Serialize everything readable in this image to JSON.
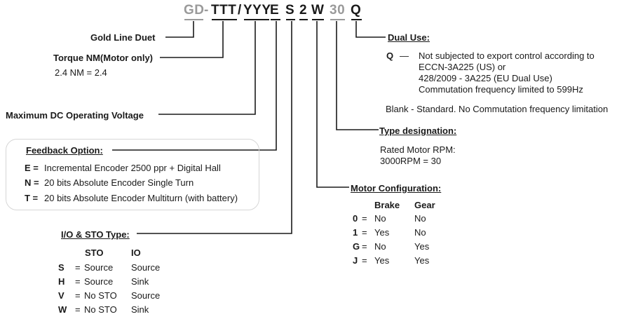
{
  "code": {
    "gd": "GD",
    "dash": "-",
    "ttt": "TTT",
    "slash": "/",
    "yyy": "YYY",
    "e": "E",
    "s": "S",
    "two": "2",
    "w": "W",
    "thirty": "30",
    "q": "Q"
  },
  "gold_line": {
    "label": "Gold Line Duet"
  },
  "torque": {
    "label": "Torque NM(Motor only)",
    "example": "2.4 NM  =  2.4"
  },
  "voltage": {
    "label": "Maximum  DC Operating Voltage"
  },
  "feedback": {
    "title": "Feedback Option:",
    "items": [
      {
        "key": "E =",
        "text": "Incremental Encoder 2500 ppr + Digital Hall"
      },
      {
        "key": "N =",
        "text": "20 bits Absolute Encoder Single Turn"
      },
      {
        "key": "T =",
        "text": "20 bits Absolute Encoder Multiturn (with battery)"
      }
    ]
  },
  "io_sto": {
    "title": "I/O & STO Type:",
    "headers": [
      "STO",
      "IO"
    ],
    "rows": [
      {
        "key": "S",
        "eq": "=",
        "sto": "Source",
        "io": "Source"
      },
      {
        "key": "H",
        "eq": "=",
        "sto": "Source",
        "io": "Sink"
      },
      {
        "key": "V",
        "eq": "=",
        "sto": "No STO",
        "io": "Source"
      },
      {
        "key": "W",
        "eq": "=",
        "sto": "No STO",
        "io": "Sink"
      }
    ]
  },
  "dual_use": {
    "title": "Dual Use:",
    "q_key": "Q",
    "q_dash": "—",
    "q_lines": [
      "Not subjected to export control according to",
      "ECCN-3A225 (US) or",
      "428/2009 - 3A225 (EU Dual Use)",
      "Commutation frequency limited to 599Hz"
    ],
    "blank": "Blank -  Standard. No Commutation frequency limitation"
  },
  "type_designation": {
    "title": "Type designation:",
    "line1": "Rated Motor RPM:",
    "line2": "3000RPM = 30"
  },
  "motor_config": {
    "title": "Motor Configuration:",
    "headers": [
      "Brake",
      "Gear"
    ],
    "rows": [
      {
        "key": "0",
        "eq": "=",
        "brake": "No",
        "gear": "No"
      },
      {
        "key": "1",
        "eq": "=",
        "brake": "Yes",
        "gear": "No"
      },
      {
        "key": "G",
        "eq": "=",
        "brake": "No",
        "gear": "Yes"
      },
      {
        "key": "J",
        "eq": "=",
        "brake": "Yes",
        "gear": "Yes"
      }
    ]
  },
  "colors": {
    "gray": "#9a9a9a",
    "ink": "#1a1a1a",
    "box_border": "#d6d6d6"
  }
}
